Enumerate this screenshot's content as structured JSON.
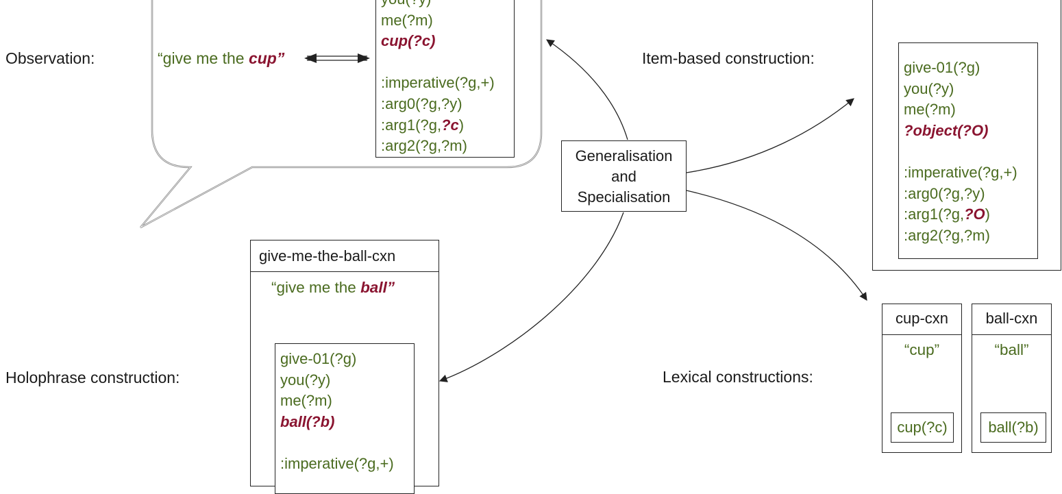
{
  "labels": {
    "observation": "Observation:",
    "holophrase": "Holophrase construction:",
    "item_based": "Item-based construction:",
    "lexical": "Lexical constructions:"
  },
  "center": {
    "line1": "Generalisation",
    "line2": "and",
    "line3": "Specialisation"
  },
  "observation": {
    "utterance_prefix": "“give me the ",
    "utterance_focus": "cup”",
    "meaning": {
      "you": "you(?y)",
      "me": "me(?m)",
      "focus": "cup(?c)",
      "imperative": ":imperative(?g,+)",
      "arg0": ":arg0(?g,?y)",
      "arg1_prefix": ":arg1(?g,",
      "arg1_focus": "?c",
      "arg1_suffix": ")",
      "arg2": ":arg2(?g,?m)"
    }
  },
  "holophrase": {
    "name": "give-me-the-ball-cxn",
    "form_prefix": "“give me the ",
    "form_focus": "ball”",
    "meaning": {
      "give": "give-01(?g)",
      "you": "you(?y)",
      "me": "me(?m)",
      "focus": "ball(?b)",
      "imperative": ":imperative(?g,+)"
    }
  },
  "item_based": {
    "meaning": {
      "give": "give-01(?g)",
      "you": "you(?y)",
      "me": "me(?m)",
      "focus": "?object(?O)",
      "imperative": ":imperative(?g,+)",
      "arg0": ":arg0(?g,?y)",
      "arg1_prefix": ":arg1(?g,",
      "arg1_focus": "?O",
      "arg1_suffix": ")",
      "arg2": ":arg2(?g,?m)"
    }
  },
  "lexical": [
    {
      "name": "cup-cxn",
      "form": "“cup”",
      "meaning": "cup(?c)"
    },
    {
      "name": "ball-cxn",
      "form": "“ball”",
      "meaning": "ball(?b)"
    }
  ],
  "colors": {
    "form_green": "#4a6b1f",
    "focus_red": "#8a1430",
    "line": "#222222"
  }
}
